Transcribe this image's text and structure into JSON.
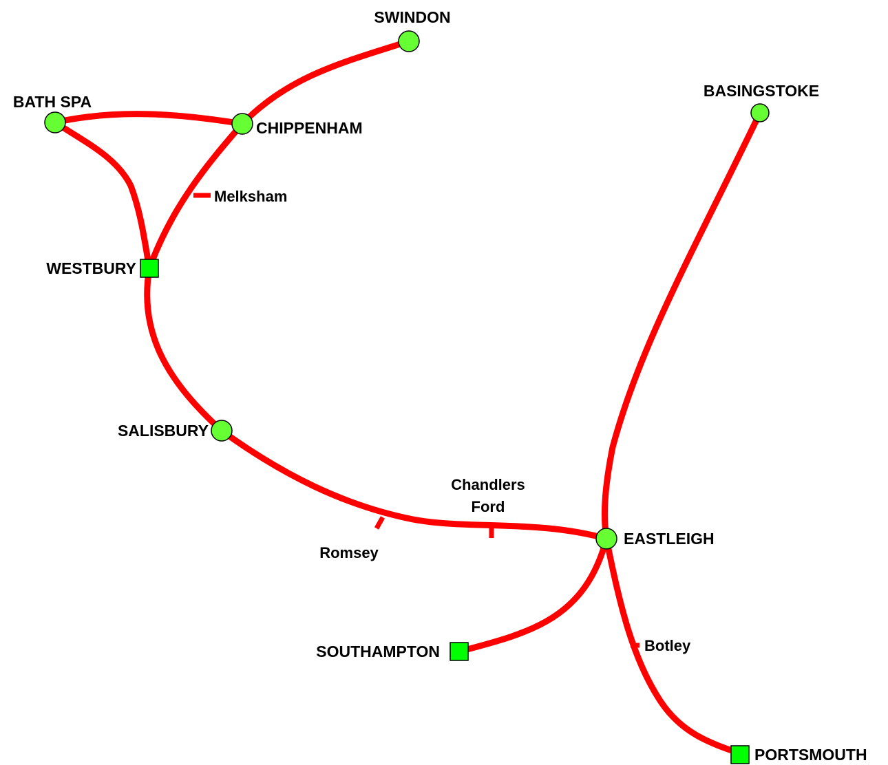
{
  "map": {
    "line_color": "#ff0000",
    "station_fill": "#66ff33",
    "terminal_fill": "#00ff00",
    "stations": {
      "swindon": "SWINDON",
      "bath_spa": "BATH SPA",
      "chippenham": "CHIPPENHAM",
      "basingstoke": "BASINGSTOKE",
      "westbury": "WESTBURY",
      "salisbury": "SALISBURY",
      "eastleigh": "EASTLEIGH",
      "southampton": "SOUTHAMPTON",
      "portsmouth": "PORTSMOUTH"
    },
    "halts": {
      "melksham": "Melksham",
      "chandlers_ford_line1": "Chandlers",
      "chandlers_ford_line2": "Ford",
      "romsey": "Romsey",
      "botley": "Botley"
    }
  }
}
